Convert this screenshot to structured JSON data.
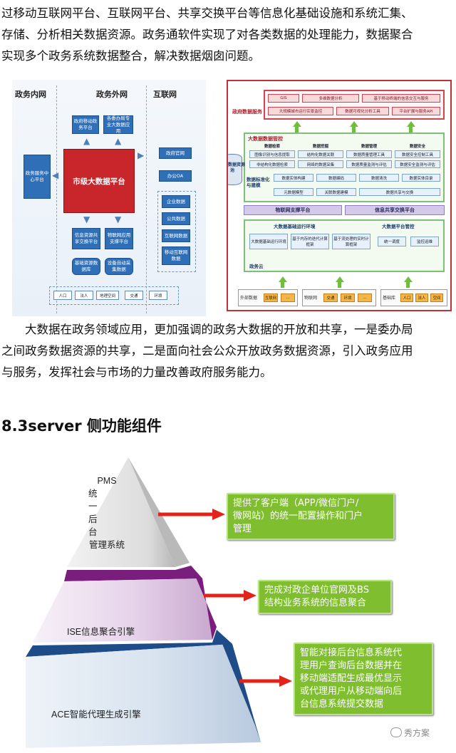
{
  "para1": [
    "过移动互联网平台、互联网平台、共享交换平台等信息化基础设施和系统汇集、",
    "存储、分析相关数据资源。政务通软件实现了对各类数据的处理能力，数据聚合",
    "实现多个政务系统数据整合，解决数据烟囱问题。"
  ],
  "figure1": {
    "headers": [
      "政务内网",
      "政务外网",
      "互联网"
    ],
    "center": "市级大数据平台",
    "left_box": "政务服务中心平台",
    "top_boxes": [
      "政府移动政务平台",
      "各委办局专业大数据应用"
    ],
    "right_boxes": [
      "政府官网",
      "办公OA"
    ],
    "right_group": [
      "企业数据",
      "公共数据",
      "互联网数据",
      "移动互联网数据"
    ],
    "bottom_boxes": [
      "信息资源共享交换平台",
      "物联网应用支撑平台"
    ],
    "bottom_dbs": [
      "基础资源数据库",
      "设备自动采集数据"
    ],
    "bottom_row": [
      "人口",
      "法人",
      "地理空间",
      "交通",
      "环境"
    ]
  },
  "figure2": {
    "service_label": "政府数据服务",
    "service_row1": [
      "GIS",
      "多维数据分析",
      "基于移动终端的信息交互与服务"
    ],
    "service_row2": [
      "大规模城市运行实景监控",
      "数据可视化分析工具",
      "平台扩展与服务API"
    ],
    "gov_label": "大数据数据管控",
    "gov_row1": [
      "数据检索",
      "数据挖掘",
      "数据管理",
      "数据安全"
    ],
    "gov_row2": [
      "图像识别与信息提取",
      "结构化数据关联",
      "数据质量管理工具",
      "数据安全控制工具"
    ],
    "gov_row3": [
      "非结构化数据检索",
      "网络的数据采集",
      "数据质量监测与评估",
      "数据安全监测与评估"
    ],
    "std_label": "数据标准化与建模",
    "std_row1": [
      "数据实体构建",
      "数据编码",
      "数据清洗",
      "数据实体目录"
    ],
    "std_row2": [
      "元数据模型",
      "关联数据建模",
      "数据共享与交换"
    ],
    "pool_label": "政务数据资源池",
    "exchange_bars": [
      "物联网支撑平台",
      "信息共享交换平台"
    ],
    "cloud_left_title": "大数据基础运行环境",
    "cloud_left_cells": [
      "大数据基础运行环境",
      "基于内存的迭代计算框架",
      "基于流处理的实时计算框架"
    ],
    "cloud_right_title": "大数据平台管控",
    "cloud_right_cells": [
      "统一调度",
      "监控运维"
    ],
    "cloud_label": "政务云",
    "source_groups": [
      {
        "title": "外部数据",
        "items": [
          "互联网",
          "..."
        ]
      },
      {
        "title": "物联网",
        "items": [
          "交通",
          "环境",
          "..."
        ]
      },
      {
        "title": "基础库",
        "items": [
          "人口",
          "法人",
          "空间"
        ]
      }
    ]
  },
  "para2": [
    "大数据在政务领域应用，更加强调的政务大数据的开放和共享，一是委办局",
    "之间政务数据资源的共享，二是面向社会公众开放政务数据资源，引入政务应用",
    "与服务，发挥社会与市场的力量改善政府服务能力。"
  ],
  "section_heading": "8.3server 侧功能组件",
  "pyramid": {
    "top_label": [
      "PMS",
      "统",
      "一",
      "后",
      "台",
      "管理系统"
    ],
    "mid_label": "ISE信息聚合引擎",
    "bottom_label": "ACE智能代理生成引擎",
    "callouts": [
      [
        "提供了客户端（APP/微信门户/",
        "微网站）的统一配置操作和门户",
        "管理"
      ],
      [
        "完成对政企单位官网及BS",
        "结构业务系统的信息聚合"
      ],
      [
        "智能对接后台信息系统代",
        "理用户查询后台数据并在",
        "移动端适配生成最优显示",
        "或代理用户从移动端向后",
        "台信息系统提交数据"
      ]
    ]
  },
  "watermark": "秀方案",
  "colors": {
    "pyramid_top": "#c9c9c9",
    "pyramid_mid": "#7a1e7e",
    "pyramid_bottom": "#1e4c89",
    "callout_green": "#7fbf2f",
    "arrow_red": "#e2231a",
    "platform_red": "#c8262a"
  }
}
